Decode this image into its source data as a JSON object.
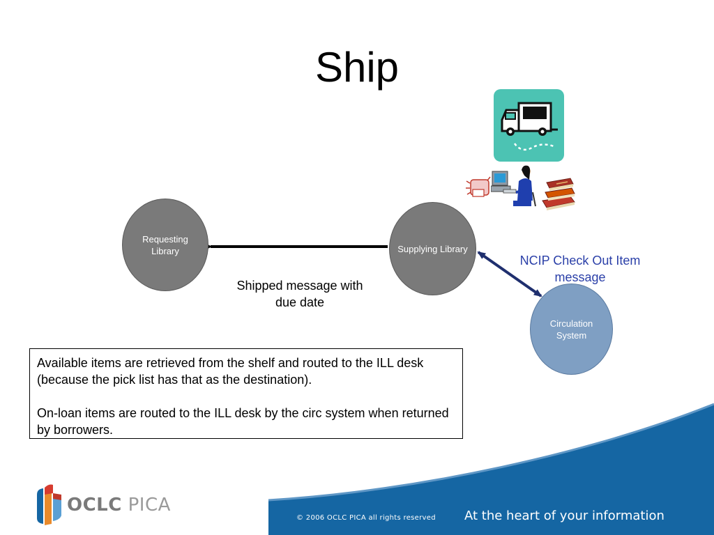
{
  "slide": {
    "title": "Ship"
  },
  "diagram": {
    "nodes": [
      {
        "id": "requesting",
        "label": "Requesting Library",
        "color": "#7a7a7a"
      },
      {
        "id": "supplying",
        "label": "Supplying Library",
        "color": "#7a7a7a"
      },
      {
        "id": "circulation",
        "label": "Circulation System",
        "color": "#7f9fc3"
      }
    ],
    "edges": [
      {
        "from": "supplying",
        "to": "requesting",
        "label": "Shipped message with due date",
        "color": "#000000",
        "direction": "one-way"
      },
      {
        "from": "supplying",
        "to": "circulation",
        "label": "NCIP Check Out Item message",
        "color": "#1f2f6e",
        "direction": "two-way"
      }
    ]
  },
  "info_box": {
    "paragraph1": "Available items are retrieved from the shelf and routed to the ILL desk (because the pick list has that as the destination).",
    "paragraph2": "On-loan items are routed to the ILL desk by the circ system when returned by borrowers."
  },
  "icons": {
    "truck": "delivery-truck-icon",
    "librarian": "librarian-at-computer-icon",
    "books": "stack-of-books-icon",
    "hand": "pointing-hand-icon"
  },
  "footer": {
    "copyright": "© 2006 OCLC PICA all rights reserved",
    "tagline": "At the heart of your information",
    "logo_oclc": "OCLC",
    "logo_pica": "PICA",
    "accent_color": "#1566a3"
  }
}
